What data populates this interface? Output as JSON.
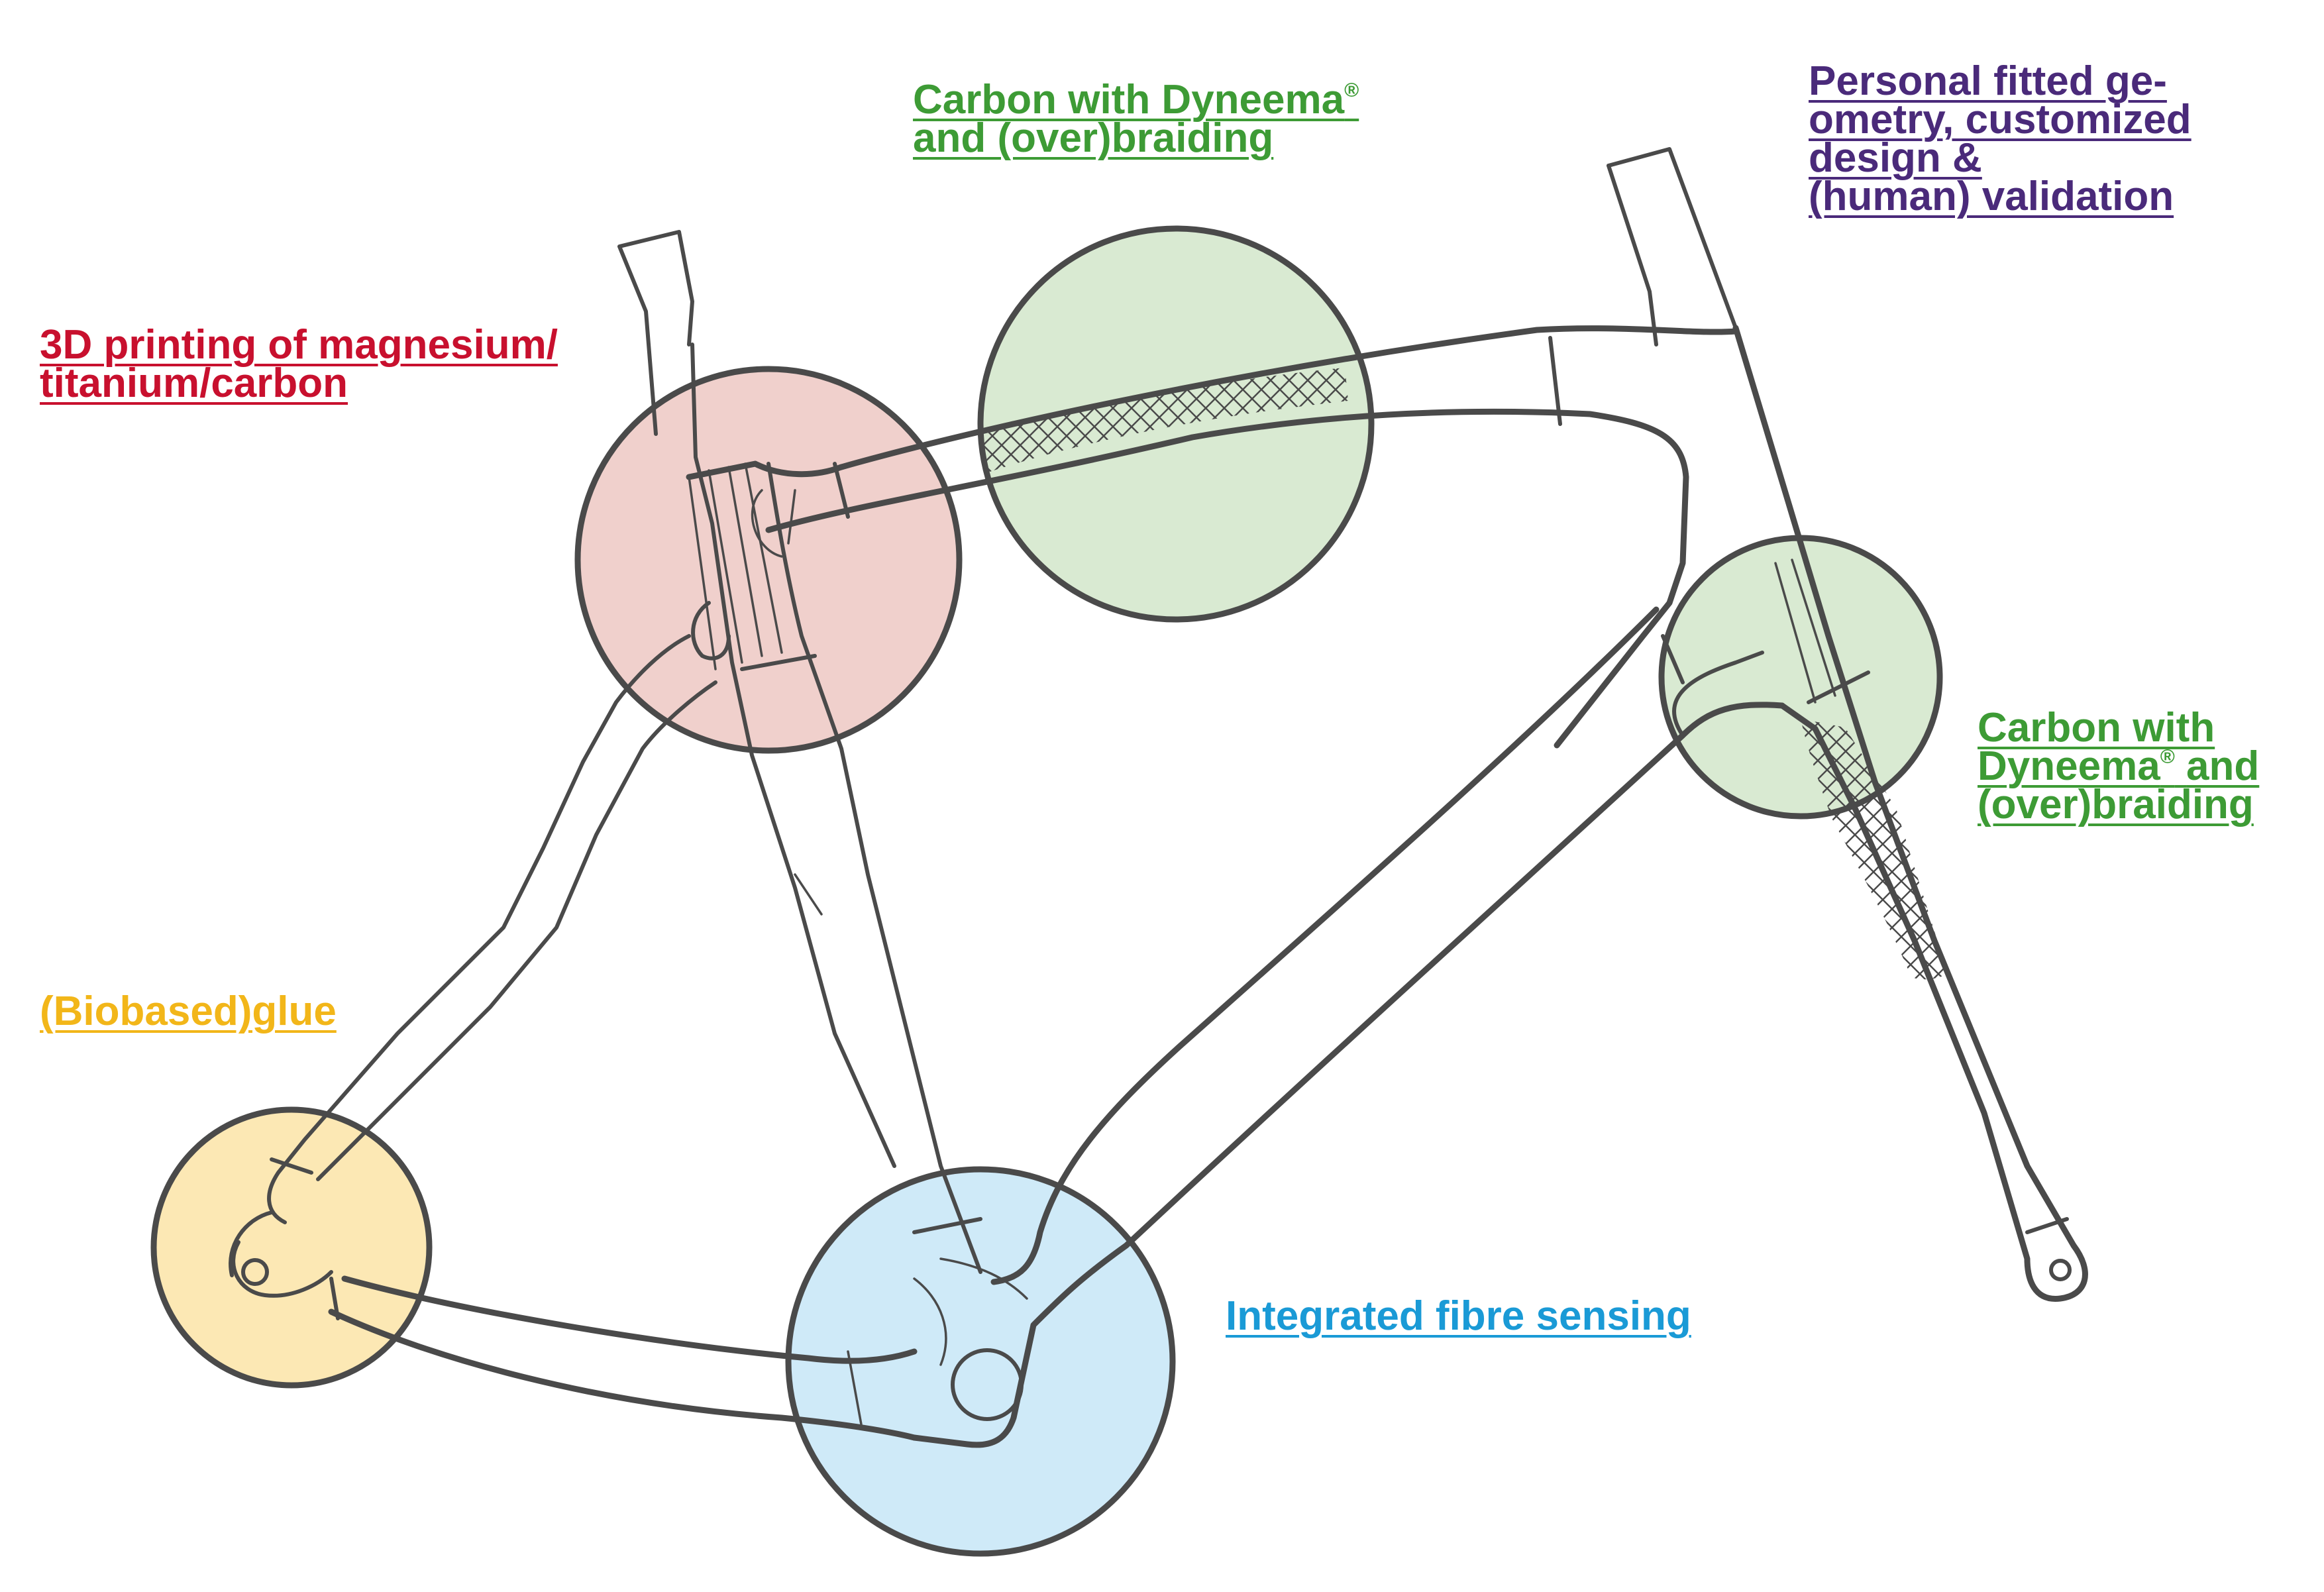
{
  "colors": {
    "red": "#c8102e",
    "green": "#3d9b35",
    "purple": "#4a2a7a",
    "yellow": "#f2b619",
    "blue": "#1a9ad6",
    "zone_red": "#f0d0cc",
    "zone_green": "#d9ead2",
    "zone_yellow": "#fce8b4",
    "zone_blue": "#cfeaf8",
    "outline": "#4a4a4a"
  },
  "labels": {
    "printing": {
      "lines": [
        "3D printing of magnesium/",
        "titanium/carbon"
      ]
    },
    "braiding_top": {
      "lines": [
        "Carbon with Dyneema",
        "and (over)braiding"
      ],
      "mark": "®"
    },
    "geometry": {
      "lines": [
        "Personal fitted ge-",
        "ometry, customized",
        "design &",
        "(human) validation"
      ]
    },
    "braiding_right": {
      "lines": [
        "Carbon with",
        "Dyneema",
        "and",
        "(over)braiding"
      ],
      "mark": "®"
    },
    "glue": {
      "lines": [
        "(Biobased)glue"
      ]
    },
    "sensing": {
      "lines": [
        "Integrated fibre sensing"
      ]
    }
  }
}
